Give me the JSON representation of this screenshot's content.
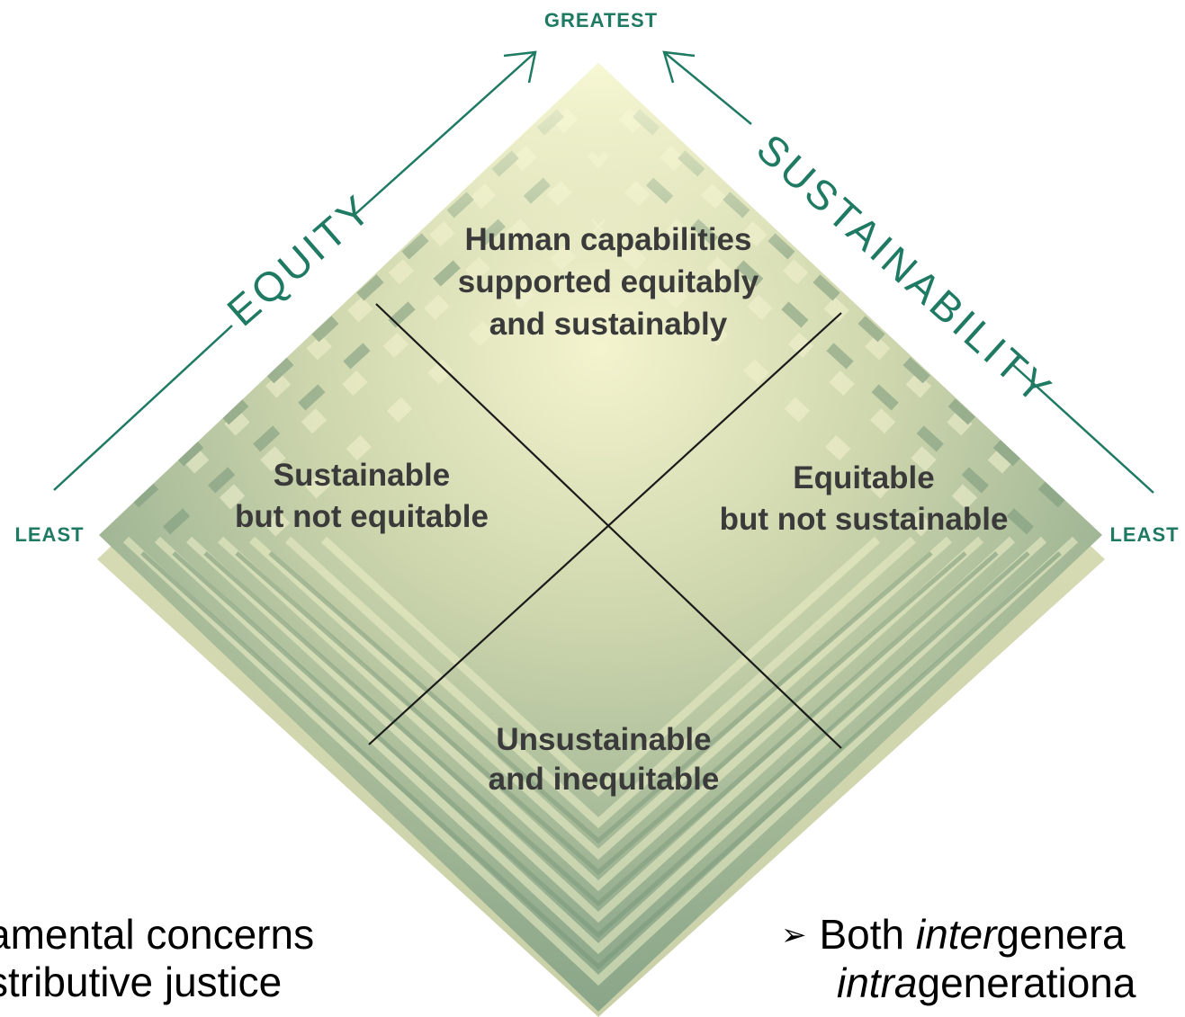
{
  "top_label": "GREATEST",
  "left_label": "LEAST",
  "right_label": "LEAST",
  "axes": {
    "equity": "EQUITY",
    "sustainability": "SUSTAINABILITY"
  },
  "quadrants": {
    "top": [
      "Human capabilities",
      "supported equitably",
      "and sustainably"
    ],
    "left": [
      "Sustainable",
      "but not equitable"
    ],
    "right": [
      "Equitable",
      "but not sustainable"
    ],
    "bottom": [
      "Unsustainable",
      "and inequitable"
    ]
  },
  "slide_text": {
    "left": [
      "amental concerns",
      "stributive justice"
    ],
    "right_line1_prefix": "Both ",
    "right_line1_italic": "inter",
    "right_line1_rest": "genera",
    "right_line2_italic": "intra",
    "right_line2_rest": "generationa"
  },
  "colors": {
    "accent": "#1f7a63",
    "diamond_dark": "#84a285",
    "diamond_light": "#f0f0c4"
  }
}
